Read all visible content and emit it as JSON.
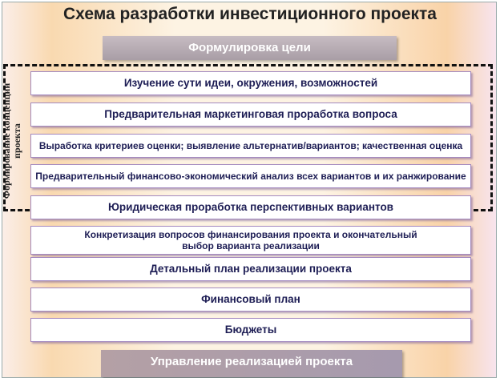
{
  "title": "Схема разработки инвестиционного проекта",
  "start": "Формулировка цели",
  "concept_label": "Формирование концепции проекта",
  "steps": [
    "Изучение сути идеи, окружения, возможностей",
    "Предварительная маркетинговая проработка вопроса",
    "Выработка критериев оценки; выявление альтернатив/вариантов; качественная оценка",
    "Предварительный финансово-экономический анализ всех вариантов и их ранжирование",
    "Юридическая проработка перспективных вариантов",
    "Конкретизация вопросов финансирования проекта и окончательный выбор варианта реализации",
    "Детальный план реализации проекта",
    "Финансовый план",
    "Бюджеты"
  ],
  "end": "Управление реализацией проекта"
}
